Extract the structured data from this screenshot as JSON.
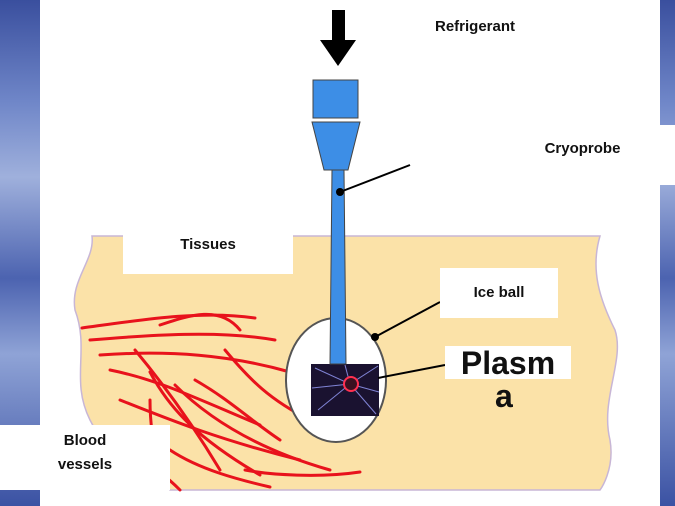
{
  "labels": {
    "refrigerant": "Refrigerant",
    "cryoprobe": "Cryoprobe",
    "tissues": "Tissues",
    "ice_ball": "Ice ball",
    "plasma_line1": "Plasm",
    "plasma_line2": "a",
    "blood_line1": "Blood",
    "blood_line2": "vessels"
  },
  "colors": {
    "tissue": "#fbe2a8",
    "probe": "#3d8ee6",
    "vessels": "#e8121c",
    "arrow": "#000000"
  }
}
